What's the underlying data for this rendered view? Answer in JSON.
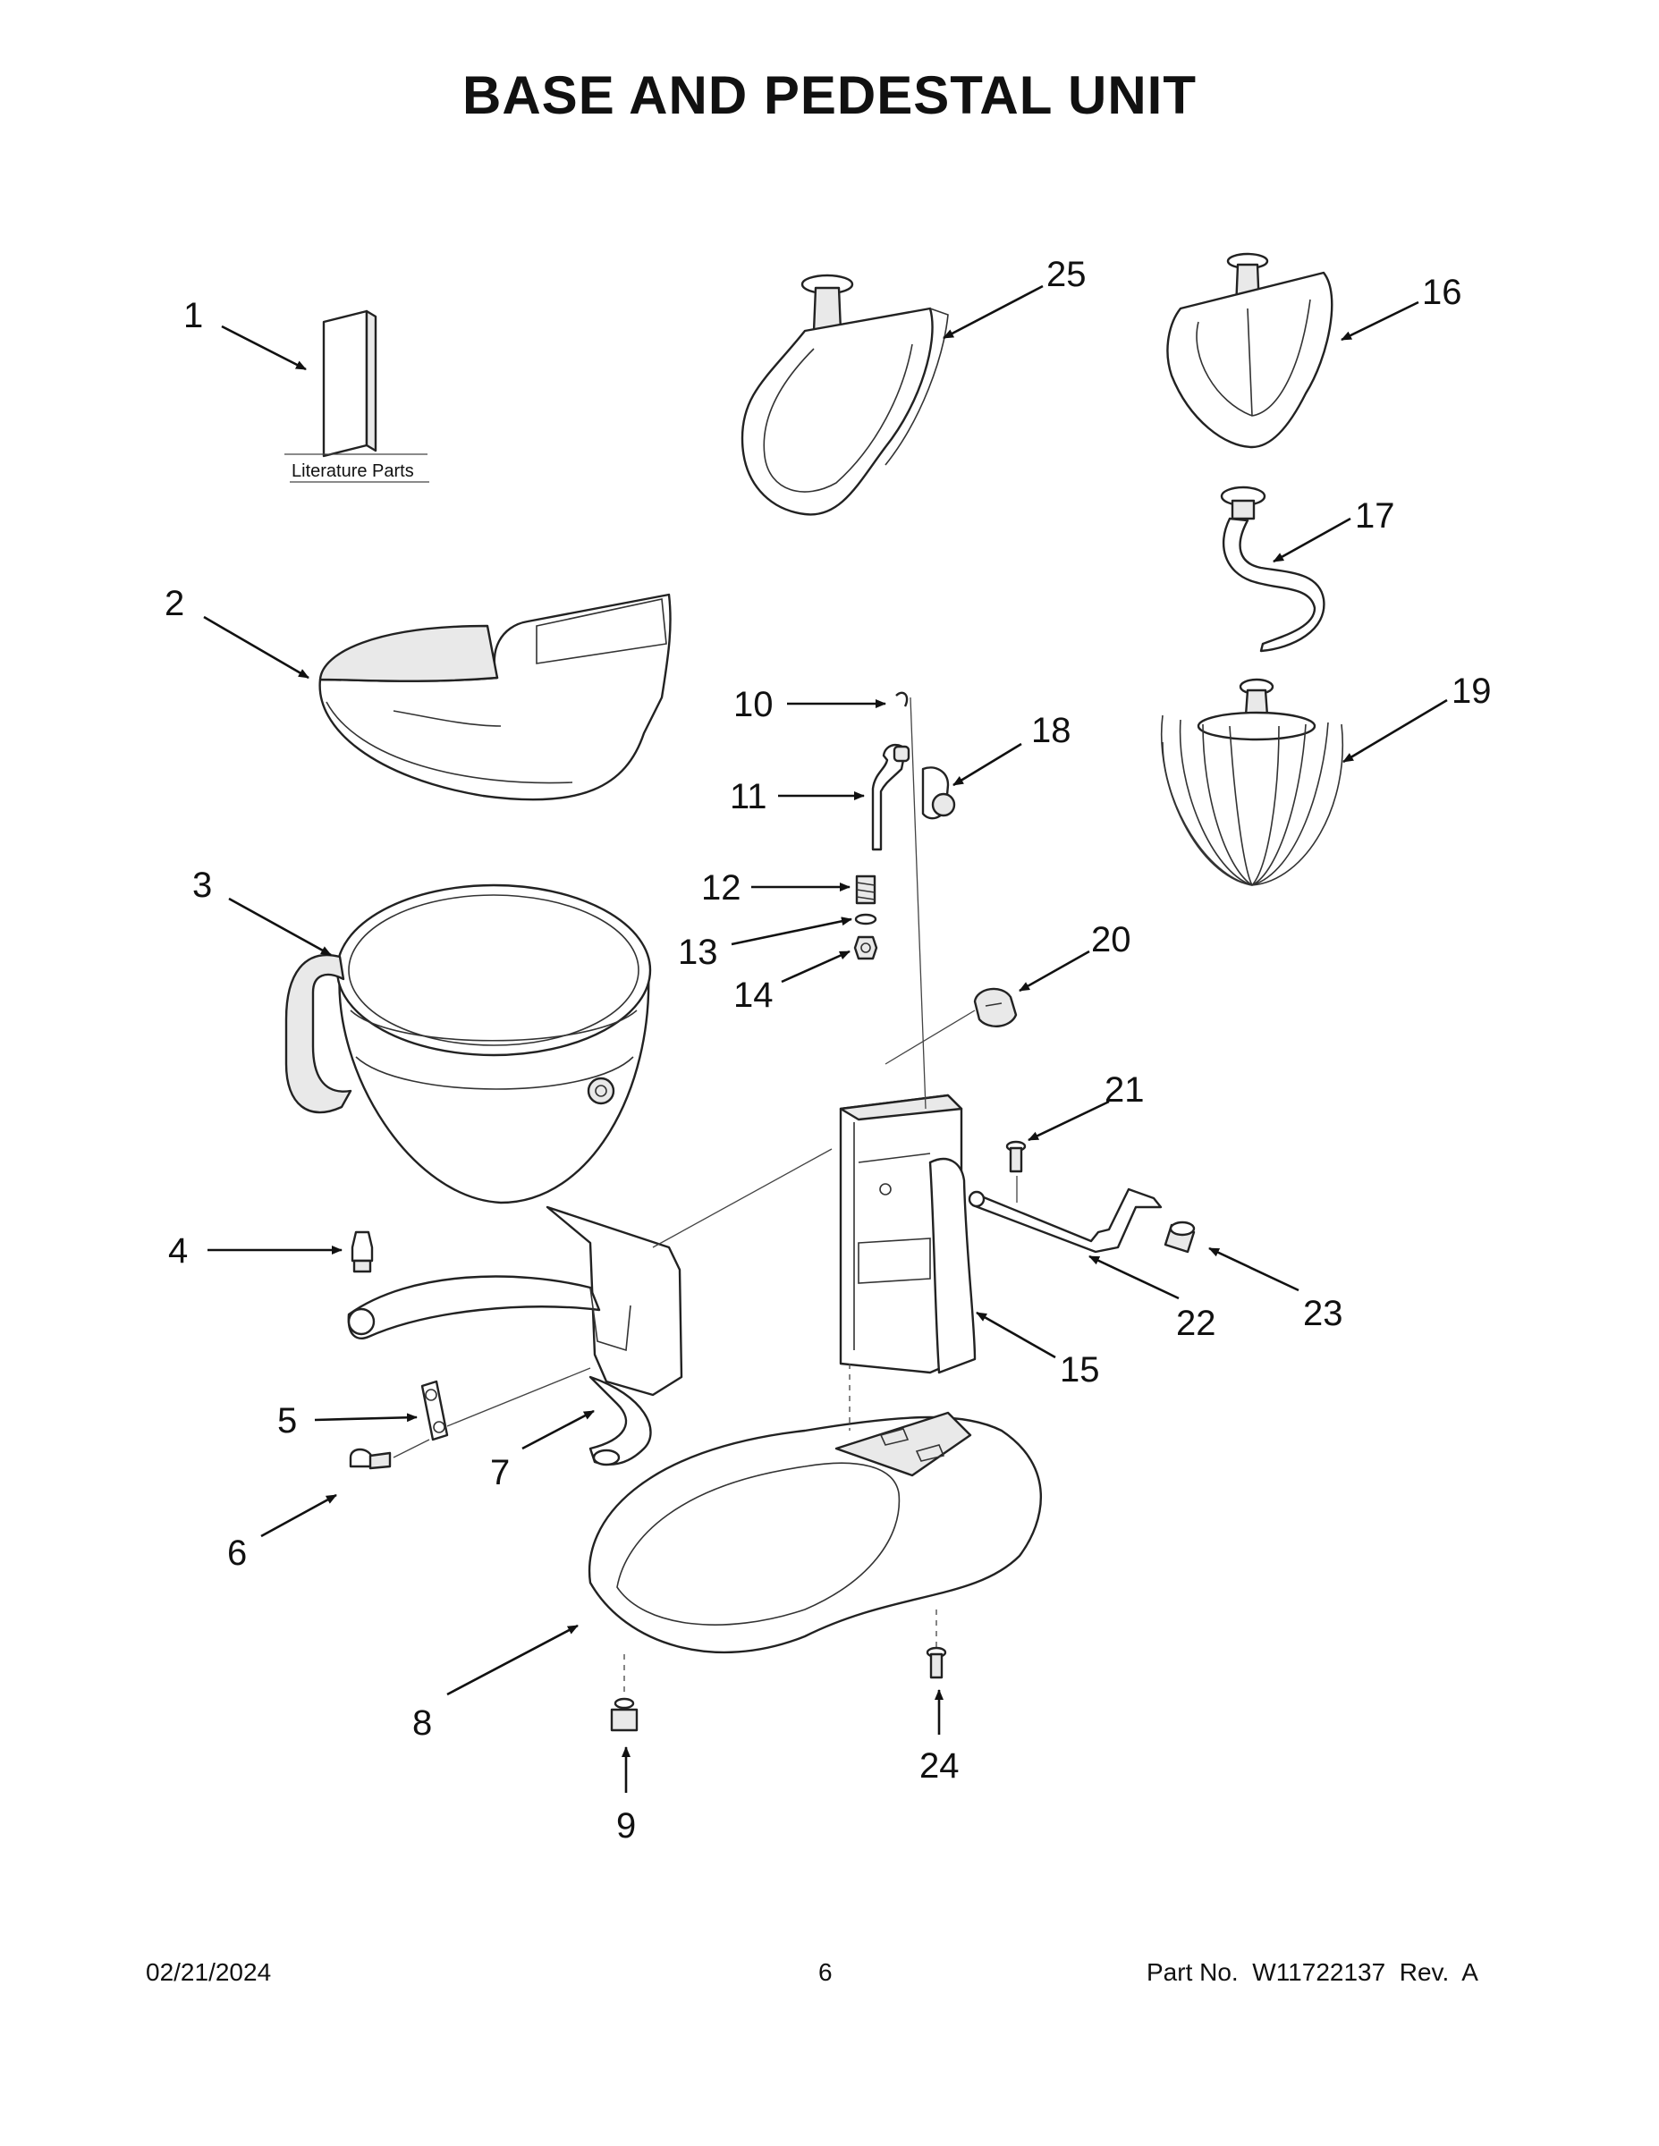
{
  "title": "BASE AND PEDESTAL UNIT",
  "literature_label": "Literature Parts",
  "callouts": {
    "c1": "1",
    "c2": "2",
    "c3": "3",
    "c4": "4",
    "c5": "5",
    "c6": "6",
    "c7": "7",
    "c8": "8",
    "c9": "9",
    "c10": "10",
    "c11": "11",
    "c12": "12",
    "c13": "13",
    "c14": "14",
    "c15": "15",
    "c16": "16",
    "c17": "17",
    "c18": "18",
    "c19": "19",
    "c20": "20",
    "c21": "21",
    "c22": "22",
    "c23": "23",
    "c24": "24",
    "c25": "25"
  },
  "footer": {
    "date": "02/21/2024",
    "page": "6",
    "part_no": "Part No.  W11722137  Rev.  A"
  }
}
